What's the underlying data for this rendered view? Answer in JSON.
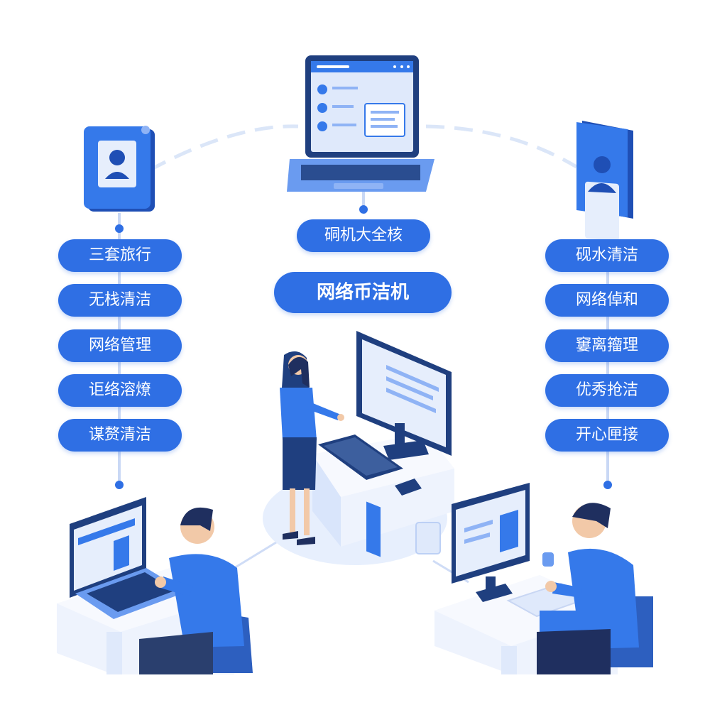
{
  "colors": {
    "primary": "#2f6fe4",
    "light_blue": "#dfe9fb",
    "navy": "#1f3f7f",
    "line": "#cfdcf6"
  },
  "center": {
    "top_label": "硐机大全核",
    "main_label": "网络币洁机"
  },
  "left": {
    "items": [
      "三套旅行",
      "无栈清洁",
      "网络管理",
      "讵络溶燎",
      "谋赘清洁"
    ]
  },
  "right": {
    "items": [
      "砚水清洁",
      "网络倬和",
      "窶离籀理",
      "优秀抢洁",
      "开心匣接"
    ]
  },
  "icons": {
    "left_card": "user-profile-icon",
    "right_card": "user-profile-icon",
    "laptop": "laptop-checklist-icon"
  }
}
